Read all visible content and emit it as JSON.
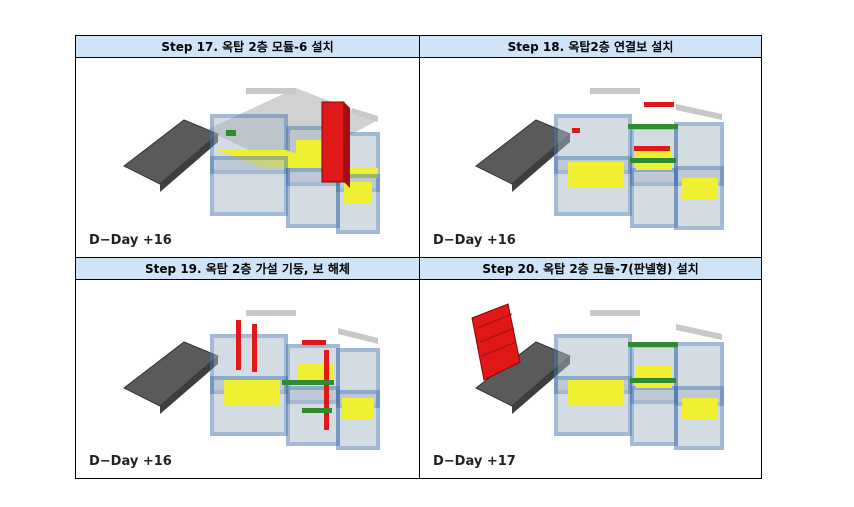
{
  "steps": [
    {
      "title": "Step 17. 옥탑 2층 모듈-6 설치",
      "dday": "D−Day +16"
    },
    {
      "title": "Step 18. 옥탑2층 연결보 설치",
      "dday": "D−Day +16"
    },
    {
      "title": "Step 19. 옥탑 2층 가설 기둥, 보 해체",
      "dday": "D−Day +16"
    },
    {
      "title": "Step 20. 옥탑 2층 모듈-7(판넬형) 설치",
      "dday": "D−Day +17"
    }
  ],
  "colors": {
    "header_bg": "#cfe4f7",
    "frame_blue": "#4a78b0",
    "slab_yellow": "#f0f032",
    "highlight_red": "#e01818",
    "beam_green": "#2e8b2e",
    "deck_gray": "#5a5a5a"
  }
}
